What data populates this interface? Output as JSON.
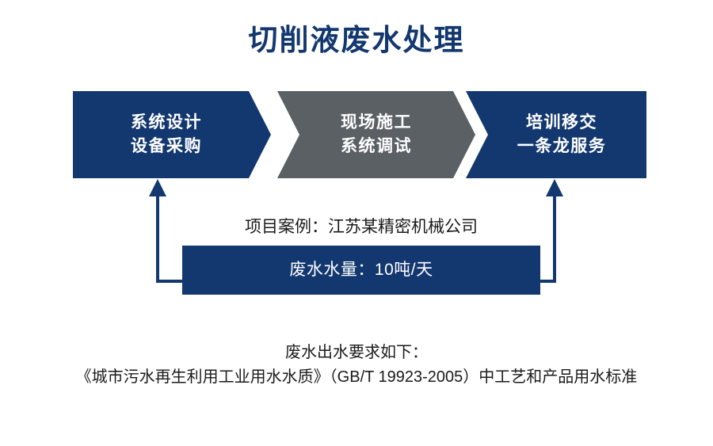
{
  "page": {
    "title": "切削液废水处理",
    "background_color": "#ffffff"
  },
  "colors": {
    "navy": "#13386f",
    "gray": "#5b6065",
    "white": "#ffffff",
    "text_dark": "#1a1a1a"
  },
  "process": {
    "steps": [
      {
        "id": "step-1",
        "line1": "系统设计",
        "line2": "设备采购",
        "fill": "#13386f",
        "shape": "chevron-start"
      },
      {
        "id": "step-2",
        "line1": "现场施工",
        "line2": "系统调试",
        "fill": "#5b6065",
        "shape": "chevron-middle"
      },
      {
        "id": "step-3",
        "line1": "培训移交",
        "line2": "一条龙服务",
        "fill": "#13386f",
        "shape": "chevron-end"
      }
    ]
  },
  "case_block": {
    "project_case": "项目案例：江苏某精密机械公司",
    "volume": "废水水量：10吨/天",
    "volume_fill": "#13386f",
    "connector_color": "#13386f"
  },
  "footer": {
    "line1": "废水出水要求如下：",
    "line2": "《城市污水再生利用工业用水水质》（GB/T 19923-2005）中工艺和产品用水标准"
  }
}
